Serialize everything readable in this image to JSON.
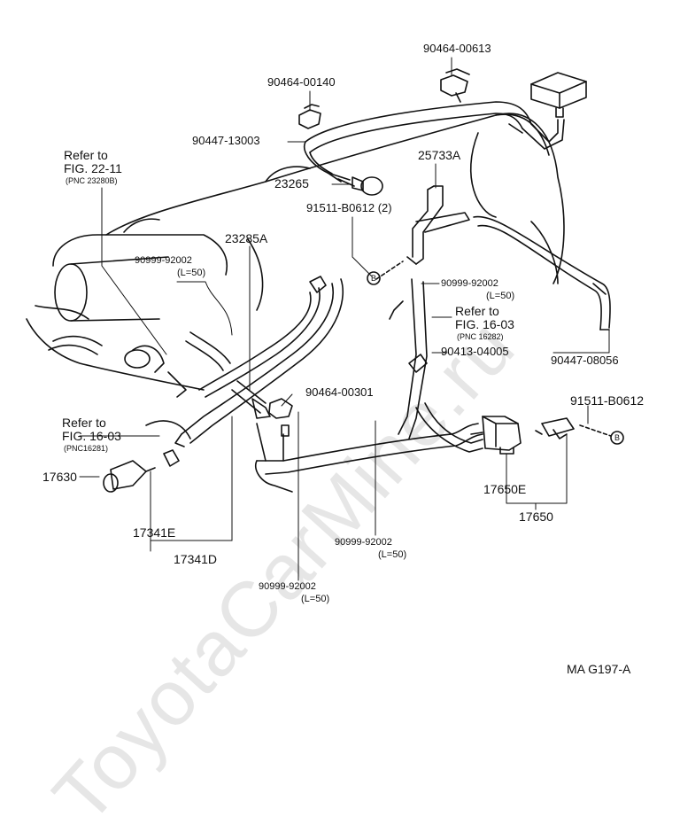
{
  "watermark": "ToyotaCarMine.ru",
  "figure_code": "MA G197-A",
  "labels": {
    "p90464_00613": "90464-00613",
    "p90464_00140": "90464-00140",
    "p90447_13003": "90447-13003",
    "refer_22_l1": "Refer to",
    "refer_22_l2": "FIG. 22-11",
    "refer_22_pnc": "(PNC 23280B)",
    "p23265": "23265",
    "p25733A": "25733A",
    "p91511_2": "91511-B0612 (2)",
    "p23285A": "23285A",
    "p90999_a": "90999-92002",
    "p90999_a_len": "(L=50)",
    "p90999_b": "90999-92002",
    "p90999_b_len": "(L=50)",
    "refer_1603r_l1": "Refer to",
    "refer_1603r_l2": "FIG. 16-03",
    "refer_1603r_pnc": "(PNC 16282)",
    "p90413": "90413-04005",
    "p90447_08056": "90447-08056",
    "p90464_00301": "90464-00301",
    "p91511_single": "91511-B0612",
    "refer_1603l_l1": "Refer to",
    "refer_1603l_l2": "FIG. 16-03",
    "refer_1603l_pnc": "(PNC16281)",
    "p17630": "17630",
    "p17650E": "17650E",
    "p17650": "17650",
    "p17341E": "17341E",
    "p17341D": "17341D",
    "p90999_c": "90999-92002",
    "p90999_c_len": "(L=50)",
    "p90999_d": "90999-92002",
    "p90999_d_len": "(L=50)",
    "mark_b": "B"
  }
}
